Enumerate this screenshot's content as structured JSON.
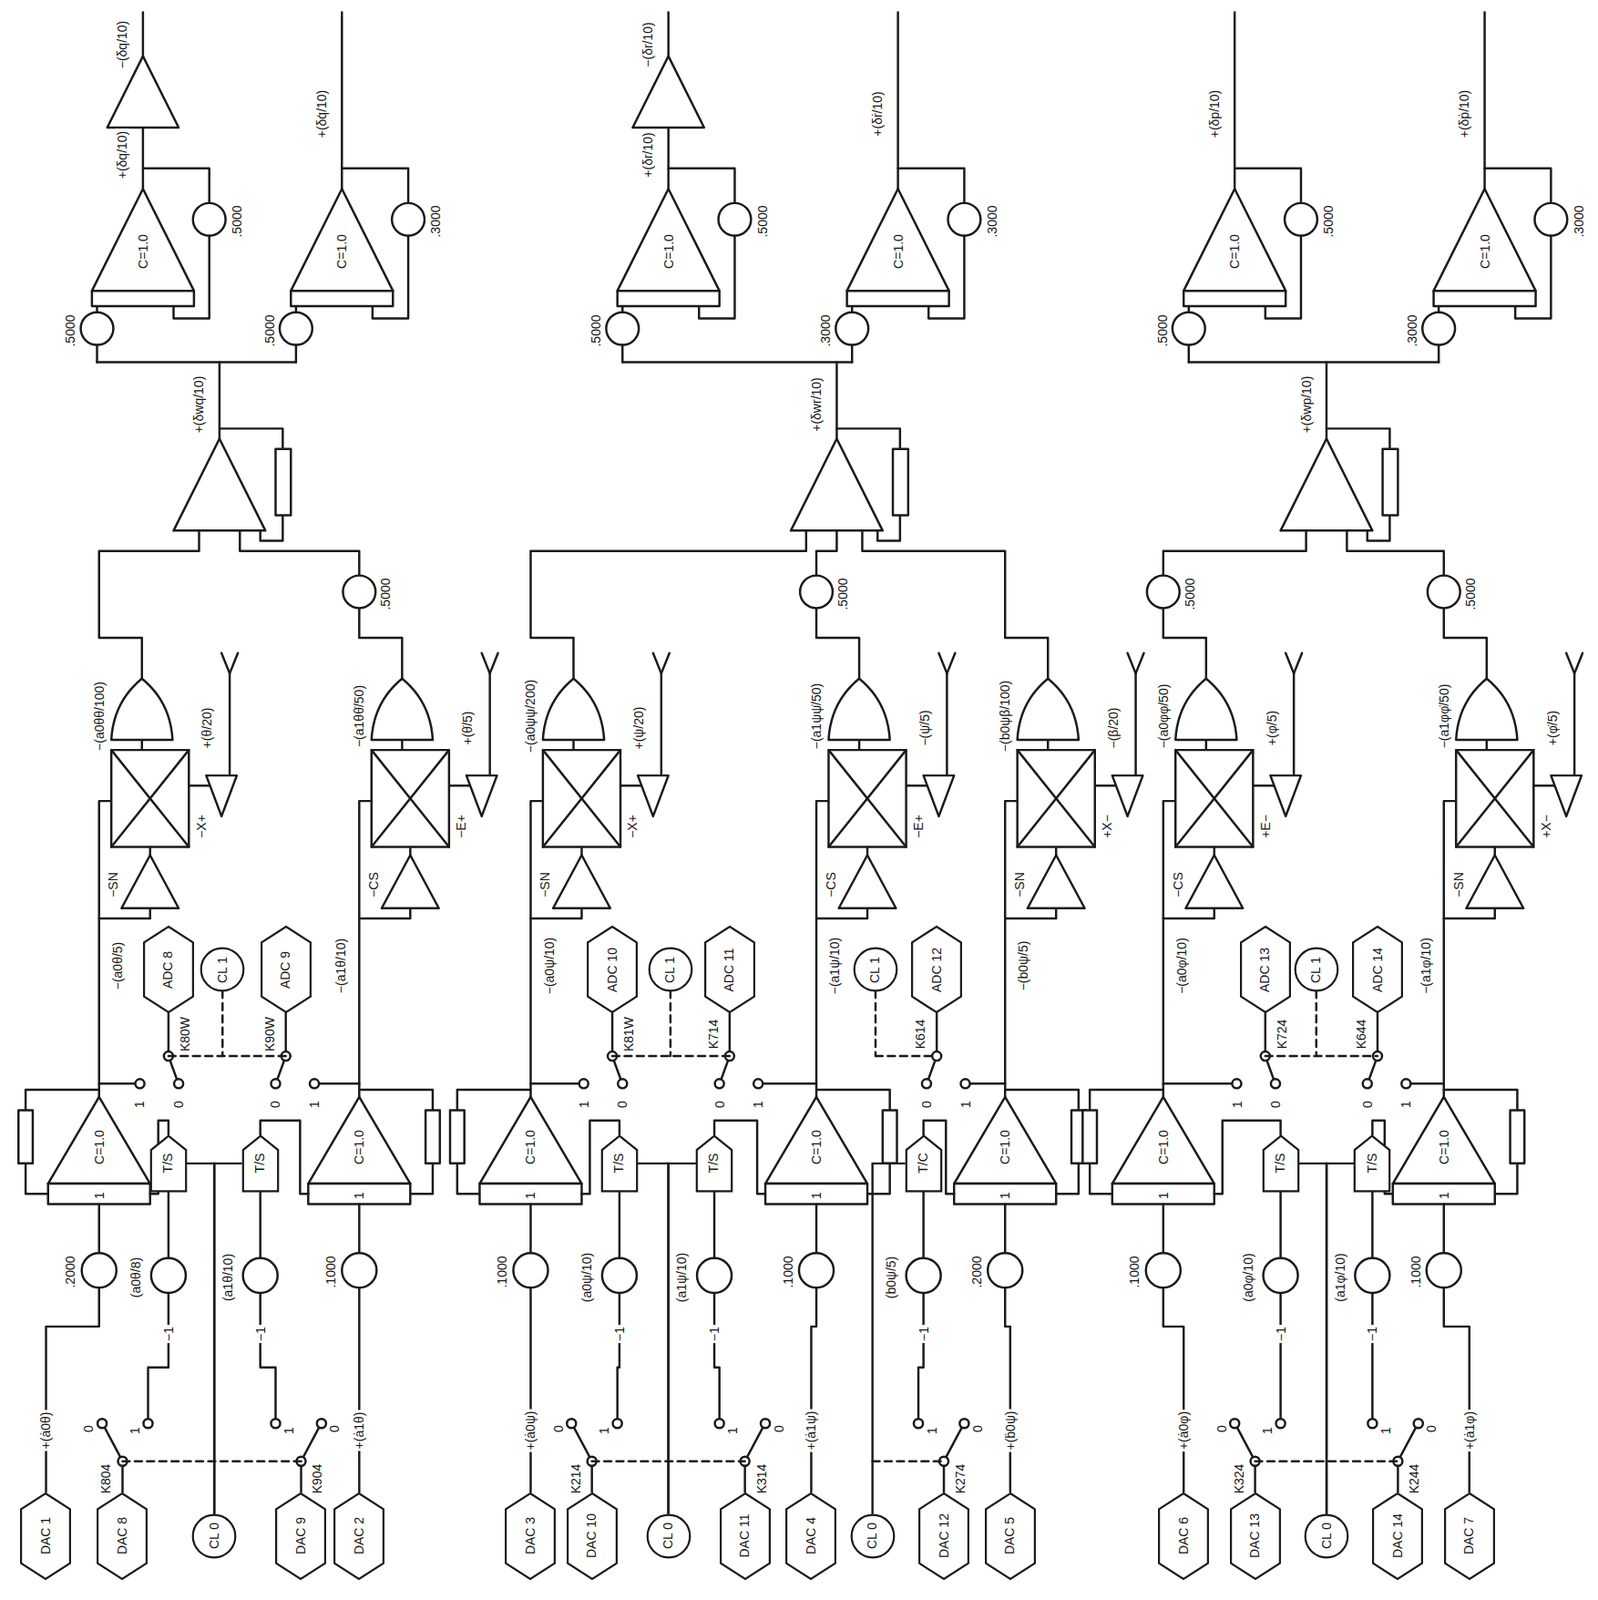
{
  "diagram": {
    "nodes": [
      {
        "text": [
          "ADC 8"
        ]
      },
      {
        "text": [
          "CL 1"
        ]
      },
      {
        "text": [
          "ADC 9"
        ]
      },
      {
        "text": [
          "ADC 10"
        ]
      },
      {
        "text": [
          "CL 1"
        ]
      },
      {
        "text": [
          "ADC 11"
        ]
      },
      {
        "text": [
          "CL 1"
        ]
      },
      {
        "text": [
          "ADC 12"
        ]
      },
      {
        "text": [
          "ADC 13"
        ]
      },
      {
        "text": [
          "CL 1"
        ]
      },
      {
        "text": [
          "ADC 14"
        ]
      },
      {
        "text": [
          "T/S"
        ]
      },
      {
        "text": [
          "T/S"
        ]
      },
      {
        "text": [
          "T/S"
        ]
      },
      {
        "text": [
          "T/S"
        ]
      },
      {
        "text": [
          "T/C"
        ]
      },
      {
        "text": [
          "T/S"
        ]
      },
      {
        "text": [
          "T/S"
        ]
      },
      {
        "text": [
          "DAC 1"
        ]
      },
      {
        "text": [
          "DAC 8"
        ]
      },
      {
        "text": [
          "CL 0"
        ]
      },
      {
        "text": [
          "DAC 9"
        ]
      },
      {
        "text": [
          "DAC 2"
        ]
      },
      {
        "text": [
          "DAC 3"
        ]
      },
      {
        "text": [
          "DAC 10"
        ]
      },
      {
        "text": [
          "CL 0"
        ]
      },
      {
        "text": [
          "DAC 11"
        ]
      },
      {
        "text": [
          "DAC 4"
        ]
      },
      {
        "text": [
          "CL 0"
        ]
      },
      {
        "text": [
          "DAC 12"
        ]
      },
      {
        "text": [
          "DAC 5"
        ]
      },
      {
        "text": [
          "DAC 6"
        ]
      },
      {
        "text": [
          "DAC 13"
        ]
      },
      {
        "text": [
          "CL 0"
        ]
      },
      {
        "text": [
          "DAC 14"
        ]
      },
      {
        "text": [
          "DAC 7"
        ]
      }
    ],
    "edges": [
      {
        "from": 20,
        "to": 11,
        "arrow": "none"
      },
      {
        "from": 20,
        "to": 12,
        "arrow": "none"
      },
      {
        "from": 25,
        "to": 13,
        "arrow": "none"
      },
      {
        "from": 25,
        "to": 14,
        "arrow": "none"
      },
      {
        "from": 28,
        "to": 15,
        "arrow": "none"
      },
      {
        "from": 33,
        "to": 16,
        "arrow": "none"
      },
      {
        "from": 33,
        "to": 17,
        "arrow": "none"
      }
    ],
    "labels": [
      "−(a0θθ/100)",
      "+(θ/20)",
      "−X+",
      "−SN",
      "−(a0θ/5)",
      "C=1.0",
      "1",
      ".2000",
      "+(ȧ0θ)",
      "−(a1θθ̇/50)",
      "+(θ̇/5)",
      "−E+",
      "−CS",
      "−(a1θ/10)",
      "C=1.0",
      "1",
      ".1000",
      "+(ȧ1θ)",
      "−(a0ψψ/200)",
      "+(ψ/20)",
      "−X+",
      "−SN",
      "−(a0ψ/10)",
      "C=1.0",
      "1",
      ".1000",
      "+(ȧ0ψ)",
      "−(a1ψψ̇/50)",
      "−(ψ̇/5)",
      "−E+",
      "−CS",
      "−(a1ψ/10)",
      "C=1.0",
      "1",
      ".1000",
      "+(ȧ1ψ)",
      "−(b0ψβ/100)",
      "−(β/20)",
      "+X−",
      "−SN",
      "−(b0ψ/5)",
      "C=1.0",
      "1",
      ".2000",
      "+(ḃ0ψ)",
      "−(a0φφ/50)",
      "+(φ/5)",
      "+E−",
      "−CS",
      "−(a0φ/10)",
      "C=1.0",
      "1",
      ".1000",
      "+(ȧ0φ)",
      "−(a1φφ̇/50)",
      "+(φ̇/5)",
      "+X−",
      "−SN",
      "−(a1φ/10)",
      "C=1.0",
      "1",
      ".1000",
      "+(ȧ1φ)",
      ".5000",
      ".5000",
      ".5000",
      ".5000",
      "K80W",
      "0",
      "1",
      "K90W",
      "0",
      "1",
      "K81W",
      "0",
      "1",
      "K714",
      "0",
      "1",
      "K614",
      "0",
      "1",
      "K724",
      "0",
      "1",
      "K644",
      "0",
      "1",
      "K804",
      "0",
      "1",
      "(a0θ/8)",
      "−1",
      "K904",
      "0",
      "1",
      "(a1θ/10)",
      "−1",
      "K214",
      "0",
      "1",
      "(a0ψ/10)",
      "−1",
      "K314",
      "0",
      "1",
      "(a1ψ/10)",
      "−1",
      "K274",
      "0",
      "1",
      "(b0ψ/5)",
      "−1",
      "K324",
      "0",
      "1",
      "(a0φ/10)",
      "−1",
      "K244",
      "0",
      "1",
      "(a1φ/10)",
      "−1",
      "+(δq/10)",
      "C=1.0",
      ".5000",
      ".5000",
      "+(δq̇/10)",
      "C=1.0",
      ".5000",
      ".3000",
      "+(δr/10)",
      "C=1.0",
      ".5000",
      ".5000",
      "+(δṙ/10)",
      "C=1.0",
      ".3000",
      ".3000",
      "+(δp/10)",
      "C=1.0",
      ".5000",
      ".5000",
      "+(δṗ/10)",
      "C=1.0",
      ".3000",
      ".3000",
      "−(δq/10)",
      "−(δr/10)",
      "+(δwq/10)",
      "+(δwr/10)",
      "+(δwp/10)"
    ]
  }
}
